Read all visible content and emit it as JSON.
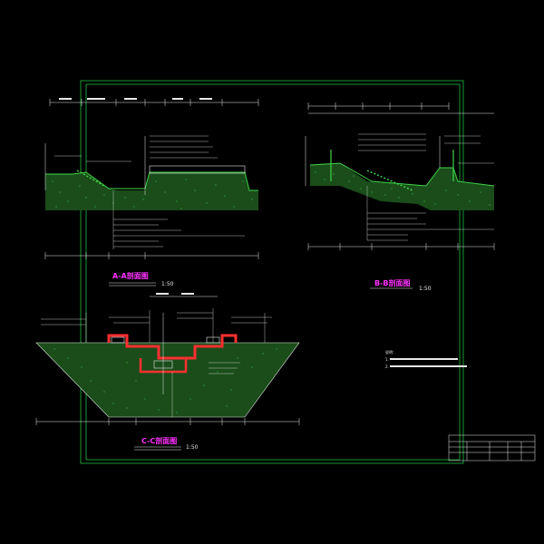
{
  "sections": {
    "aa": {
      "title": "A-A剖面图",
      "scale": "1:50"
    },
    "bb": {
      "title": "B-B剖面图",
      "scale": "1:50"
    },
    "cc": {
      "title": "C-C剖面图",
      "scale": "1:50"
    }
  },
  "notes": {
    "heading": "说明：",
    "line1": "1.",
    "line2": "2."
  },
  "colors": {
    "frame": "#1fbf3f",
    "dimension": "#e8e8e8",
    "leader": "#e8e8e8",
    "ground": "#3fd24a",
    "structure": "#e8e8e8",
    "brick": "#ff3030",
    "title": "#ff33ff",
    "callout": "#e8e8e8"
  }
}
